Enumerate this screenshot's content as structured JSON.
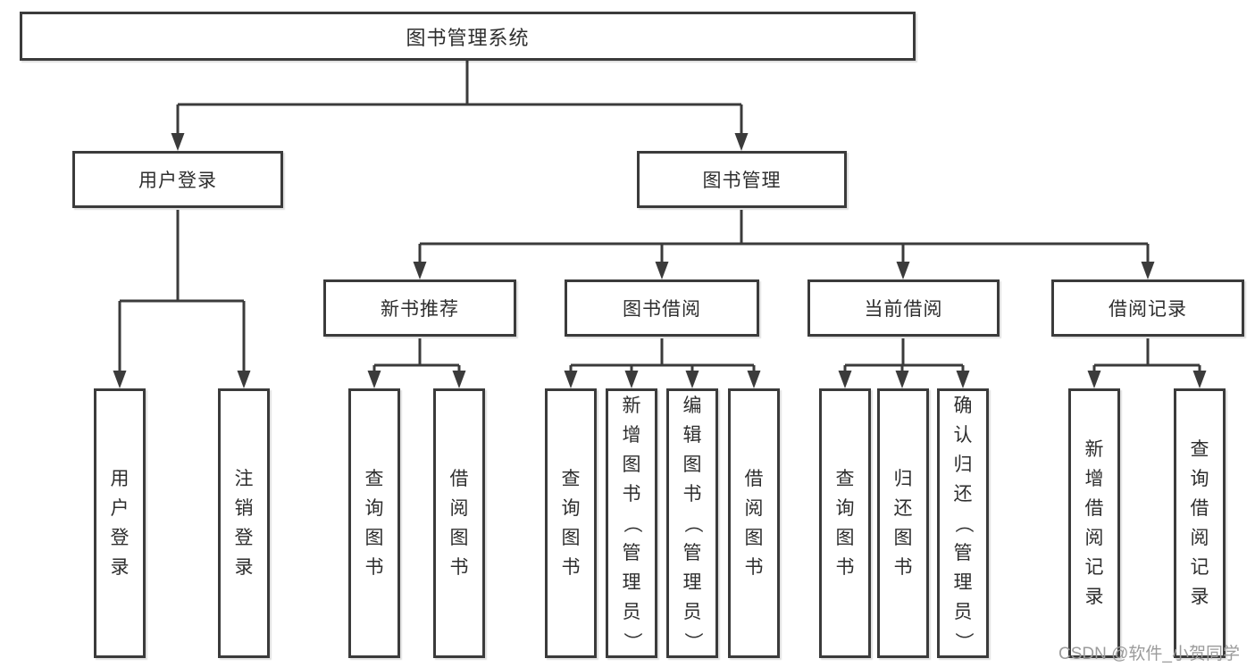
{
  "title": "图书管理系统",
  "watermark": "CSDN @软件_小贺同学",
  "colors": {
    "line": "#3b3b3b",
    "text": "#2e2e2e",
    "watermark": "#9b9b9b",
    "background": "#ffffff"
  },
  "nodes": {
    "root": {
      "label": "图书管理系统",
      "level": 1,
      "parent": null
    },
    "user_login": {
      "label": "用户登录",
      "level": 2,
      "parent": "root"
    },
    "book_mgmt": {
      "label": "图书管理",
      "level": 2,
      "parent": "root"
    },
    "new_book": {
      "label": "新书推荐",
      "level": 3,
      "parent": "book_mgmt"
    },
    "book_borrow": {
      "label": "图书借阅",
      "level": 3,
      "parent": "book_mgmt"
    },
    "current_borrow": {
      "label": "当前借阅",
      "level": 3,
      "parent": "book_mgmt"
    },
    "borrow_record": {
      "label": "借阅记录",
      "level": 3,
      "parent": "book_mgmt"
    },
    "leaf_user_login": {
      "label": "用户登录",
      "level": 4,
      "parent": "user_login"
    },
    "leaf_logout": {
      "label": "注销登录",
      "level": 4,
      "parent": "user_login"
    },
    "leaf_query_book_nb": {
      "label": "查询图书",
      "level": 4,
      "parent": "new_book"
    },
    "leaf_borrow_book_nb": {
      "label": "借阅图书",
      "level": 4,
      "parent": "new_book"
    },
    "leaf_query_book_bb": {
      "label": "查询图书",
      "level": 4,
      "parent": "book_borrow"
    },
    "leaf_add_book": {
      "label": "新增图书（管理员）",
      "level": 4,
      "parent": "book_borrow"
    },
    "leaf_edit_book": {
      "label": "编辑图书（管理员）",
      "level": 4,
      "parent": "book_borrow"
    },
    "leaf_borrow_book_bb": {
      "label": "借阅图书",
      "level": 4,
      "parent": "book_borrow"
    },
    "leaf_query_book_cb": {
      "label": "查询图书",
      "level": 4,
      "parent": "current_borrow"
    },
    "leaf_return_book": {
      "label": "归还图书",
      "level": 4,
      "parent": "current_borrow"
    },
    "leaf_confirm_return": {
      "label": "确认归还（管理员）",
      "level": 4,
      "parent": "current_borrow"
    },
    "leaf_add_record": {
      "label": "新增借阅记录",
      "level": 4,
      "parent": "borrow_record"
    },
    "leaf_query_record": {
      "label": "查询借阅记录",
      "level": 4,
      "parent": "borrow_record"
    }
  }
}
